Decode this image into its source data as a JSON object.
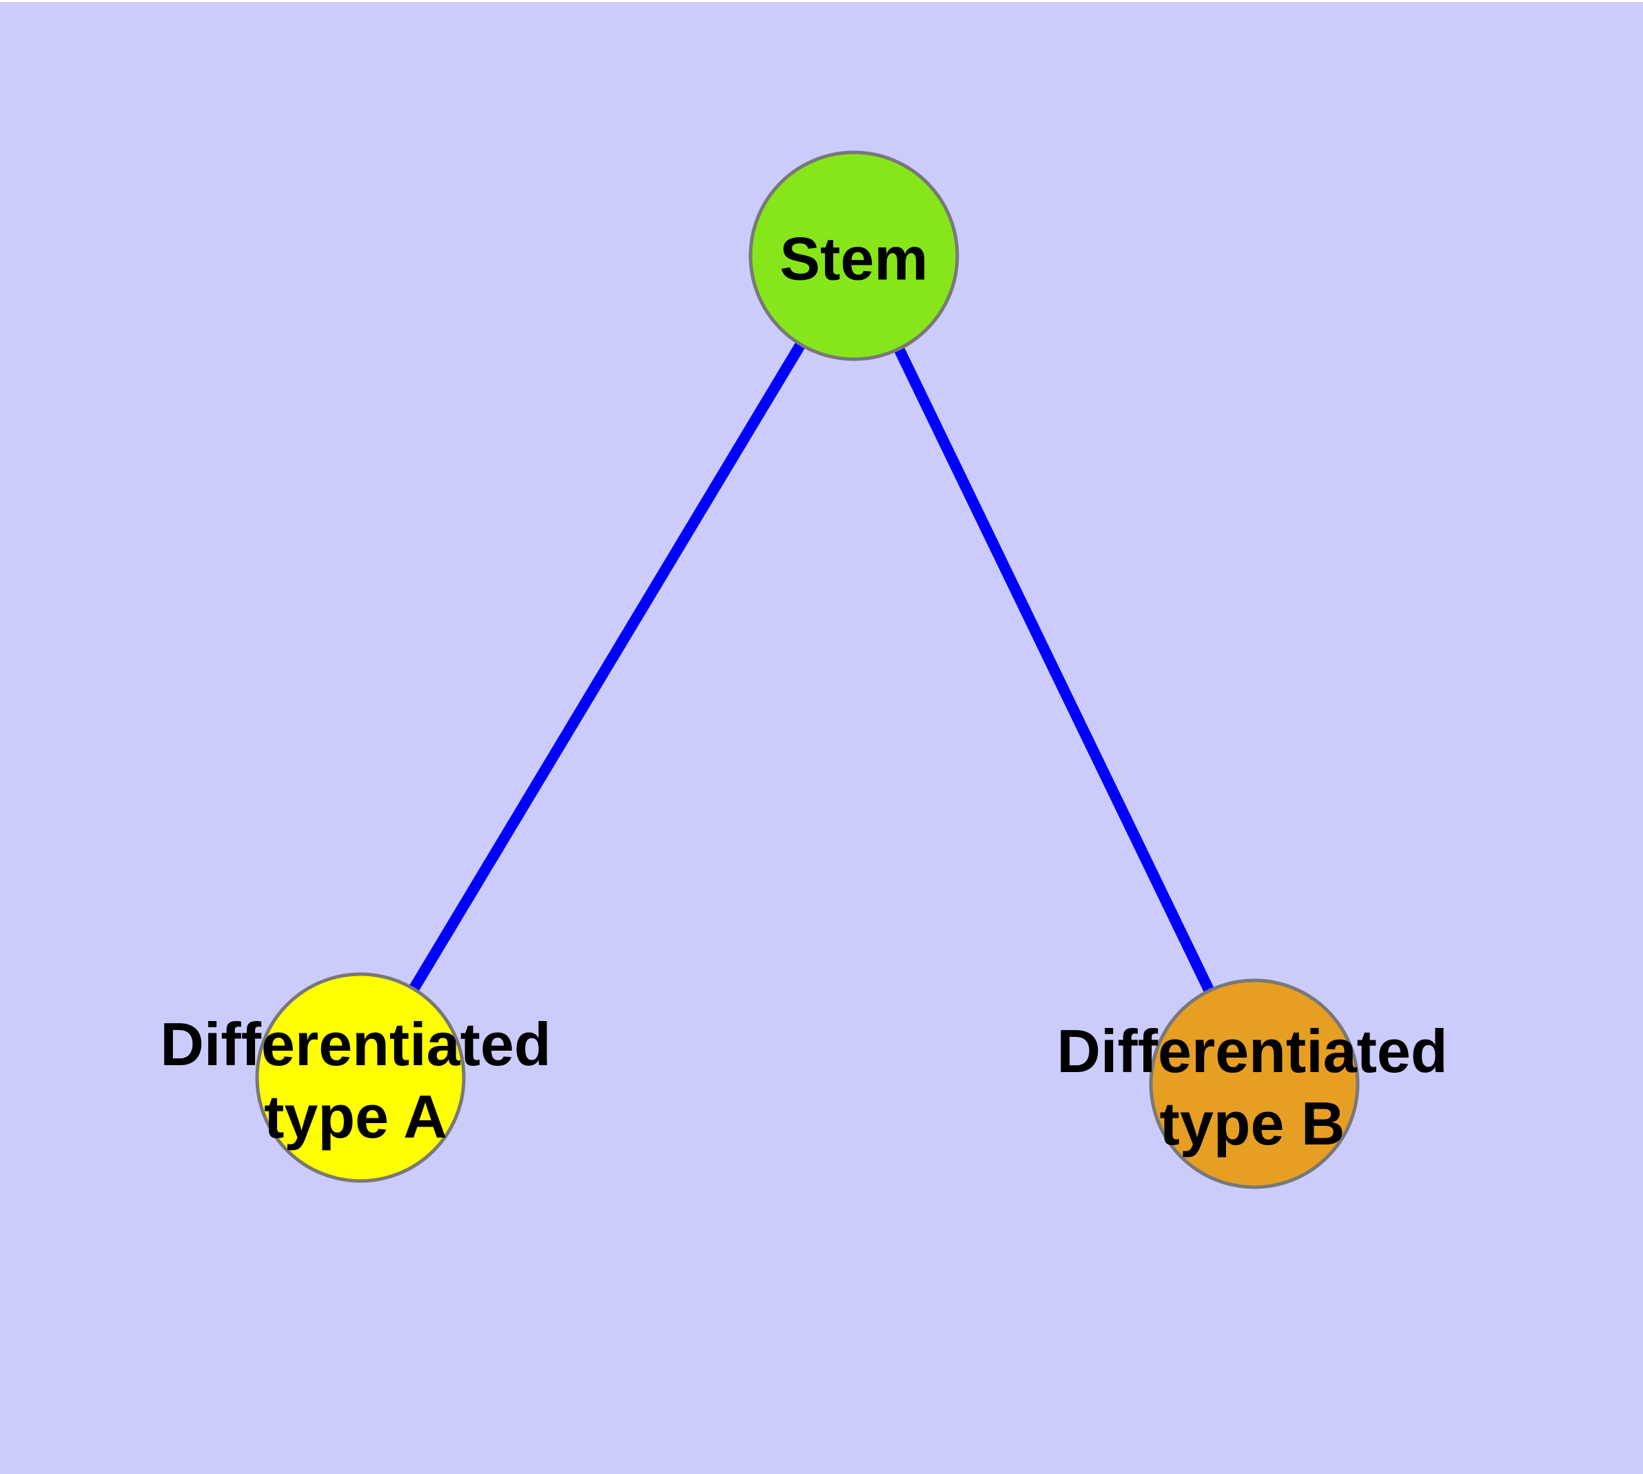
{
  "canvas": {
    "background_color": "#ccccfc",
    "top_strip_color": "#ffffff"
  },
  "graph": {
    "node_border_color": "#787878",
    "label_text_color": "#000000",
    "nodes": [
      {
        "id": "stem",
        "label": "Stem",
        "fill": "#87e619"
      },
      {
        "id": "typeA",
        "label": "Differentiated\ntype A",
        "fill": "#ffff00"
      },
      {
        "id": "typeB",
        "label": "Differentiated\ntype B",
        "fill": "#e69e23"
      }
    ],
    "edges": [
      {
        "from": "stem",
        "to": "typeA",
        "color": "#0000ff"
      },
      {
        "from": "stem",
        "to": "typeB",
        "color": "#0000ff"
      }
    ]
  }
}
